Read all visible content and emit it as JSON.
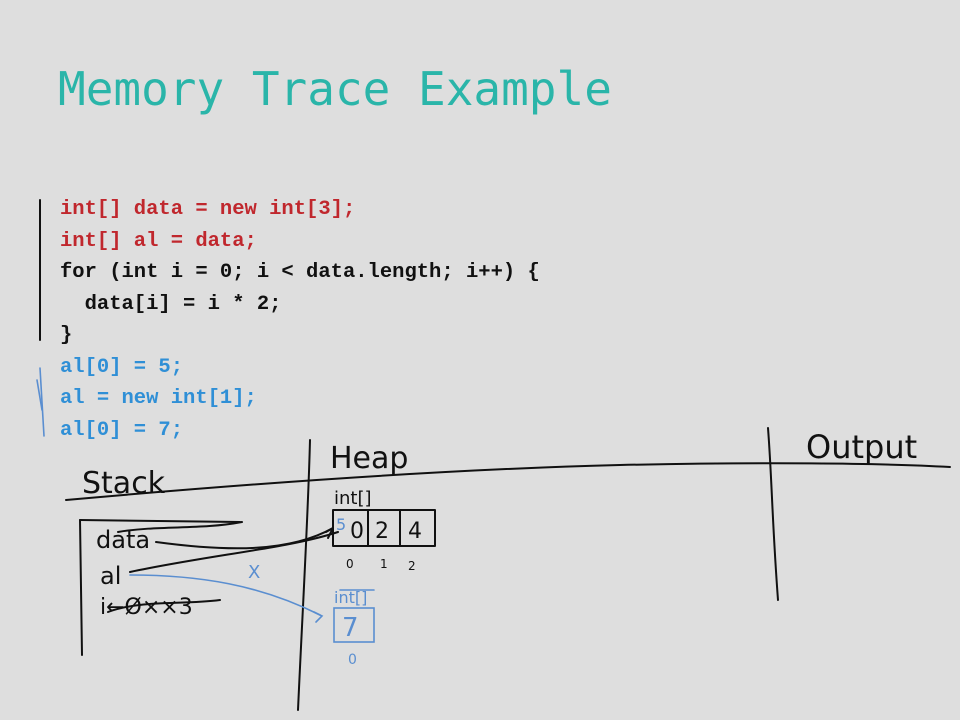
{
  "slide": {
    "title": "Memory Trace Example"
  },
  "code_lines": [
    {
      "text": "int[] data = new int[3];",
      "color": "#c0272d"
    },
    {
      "text": "int[] al = data;",
      "color": "#c0272d"
    },
    {
      "text": "for (int i = 0; i < data.length; i++) {",
      "color": "#111111"
    },
    {
      "text": "  data[i] = i * 2;",
      "color": "#111111"
    },
    {
      "text": "}",
      "color": "#111111"
    },
    {
      "text": "al[0] = 5;",
      "color": "#2f8fd6"
    },
    {
      "text": "al = new int[1];",
      "color": "#2f8fd6"
    },
    {
      "text": "al[0] = 7;",
      "color": "#2f8fd6"
    }
  ],
  "annotations": {
    "stack_label": "Stack",
    "heap_label": "Heap",
    "output_label": "Output",
    "var_data": "data",
    "var_al": "al",
    "var_i": "i←Ø××3",
    "heap_array1": {
      "type_label": "int[]",
      "cells": [
        "0",
        "2",
        "4"
      ],
      "overwritten_first": "5",
      "indices": [
        "0",
        "1",
        "2"
      ]
    },
    "heap_array2": {
      "type_label": "int[]",
      "cells": [
        "7"
      ],
      "indices": [
        "0"
      ]
    },
    "crossed_mark": "X"
  },
  "colors": {
    "title": "#2ab5a9",
    "ink_black": "#111111",
    "ink_blue": "#5a8ed0",
    "background": "#dedede"
  }
}
